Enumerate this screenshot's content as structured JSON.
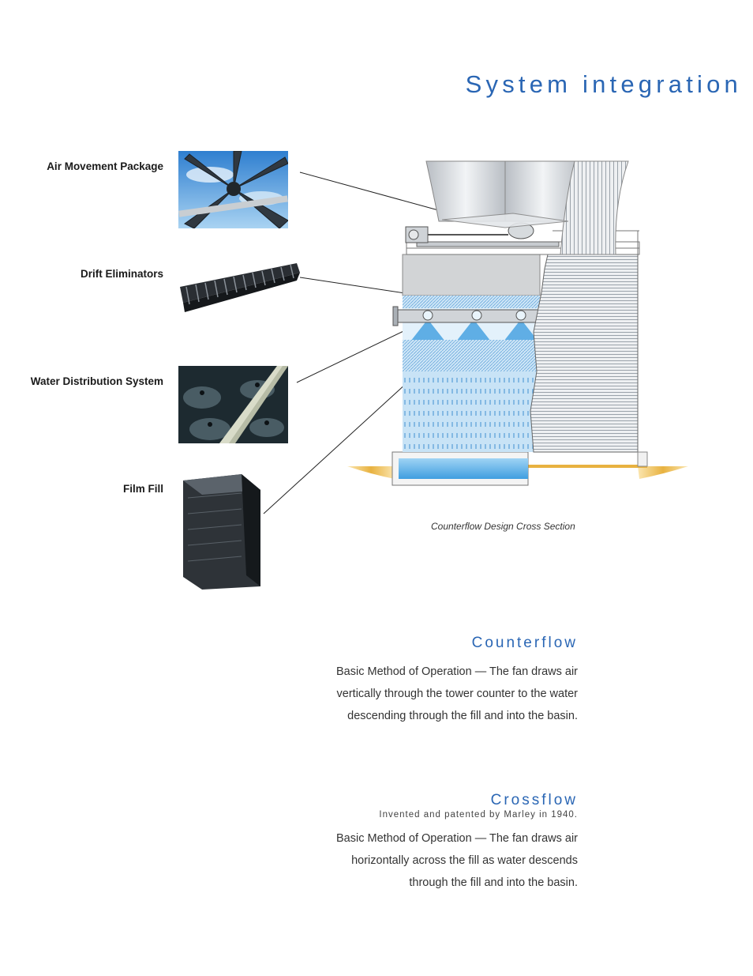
{
  "page": {
    "title": "System integration"
  },
  "components": [
    {
      "label": "Air Movement Package",
      "icon": "fan-blades-photo"
    },
    {
      "label": "Drift Eliminators",
      "icon": "drift-eliminator-photo"
    },
    {
      "label": "Water Distribution System",
      "icon": "spray-nozzle-photo"
    },
    {
      "label": "Film Fill",
      "icon": "film-fill-block-photo"
    }
  ],
  "diagram": {
    "caption": "Counterflow Design Cross Section"
  },
  "counterflow": {
    "title": "Counterflow",
    "body": "Basic Method of Operation — The fan draws air vertically through the tower counter to the water descending through the fill and into the basin."
  },
  "crossflow": {
    "title": "Crossflow",
    "subtitle": "Invented and patented by Marley in 1940.",
    "body": "Basic Method of Operation — The fan draws air horizontally across the fill as water descends through the fill and into the basin."
  },
  "colors": {
    "accent": "#2a66b4",
    "water": "#5fb0e6",
    "ground": "#e8b240"
  }
}
